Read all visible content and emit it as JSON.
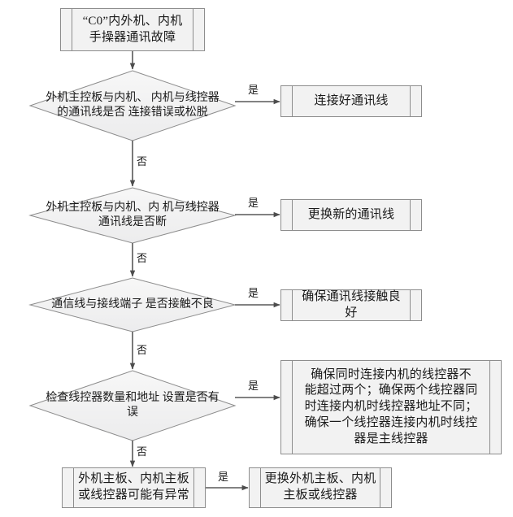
{
  "diagram": {
    "type": "flowchart",
    "title_node": {
      "id": "start",
      "shape": "predefined-process",
      "text": "“C0”内外机、内机\n手操器通讯故障",
      "line1": "“C0”内外机、内机",
      "line2": "手操器通讯故障"
    },
    "decisions": [
      {
        "id": "d1",
        "shape": "diamond",
        "line1": "外机主控板与内机、",
        "line2": "内机与线控器的通讯线是否",
        "line3": "连接错误或松脱",
        "yes_label": "是",
        "no_label": "否"
      },
      {
        "id": "d2",
        "shape": "diamond",
        "line1": "外机主控板与内机、内",
        "line2": "机与线控器通讯线是否断",
        "line3": "",
        "yes_label": "是",
        "no_label": "否"
      },
      {
        "id": "d3",
        "shape": "diamond",
        "line1": "通信线与接线端子",
        "line2": "是否接触不良",
        "line3": "",
        "yes_label": "是",
        "no_label": "否"
      },
      {
        "id": "d4",
        "shape": "diamond",
        "line1": "检查线控器数量和地址",
        "line2": "设置是否有误",
        "line3": "",
        "yes_label": "是",
        "no_label": "否"
      }
    ],
    "actions": [
      {
        "id": "a1",
        "shape": "predefined-process",
        "line1": "连接好通讯线"
      },
      {
        "id": "a2",
        "shape": "predefined-process",
        "line1": "更换新的通讯线"
      },
      {
        "id": "a3",
        "shape": "predefined-process",
        "line1": "确保通讯线接触良好"
      },
      {
        "id": "a4",
        "shape": "predefined-process",
        "line1": "确保同时连接内机的线控器不",
        "line2": "能超过两个；确保两个线控器同",
        "line3": "时连接内机时线控器地址不同；",
        "line4": "确保一个线控器连接内机时线控",
        "line5": "器是主线控器"
      },
      {
        "id": "a5",
        "shape": "predefined-process",
        "line1": "更换外机主板、内机",
        "line2": "主板或线控器"
      }
    ],
    "terminal": {
      "id": "t1",
      "shape": "predefined-process",
      "line1": "外机主板、内机主板",
      "line2": "或线控器可能有异常",
      "yes_label": "是"
    },
    "edge_labels": {
      "yes_1": "是",
      "yes_2": "是",
      "yes_3": "是",
      "yes_4": "是",
      "yes_5": "是",
      "no_1": "否",
      "no_2": "否",
      "no_3": "否",
      "no_4": "否"
    },
    "colors": {
      "node_fill": "#f2f2f2",
      "node_stroke": "#8d8d8d",
      "connector": "#595959",
      "text": "#1a1a1a",
      "background": "#ffffff"
    }
  }
}
